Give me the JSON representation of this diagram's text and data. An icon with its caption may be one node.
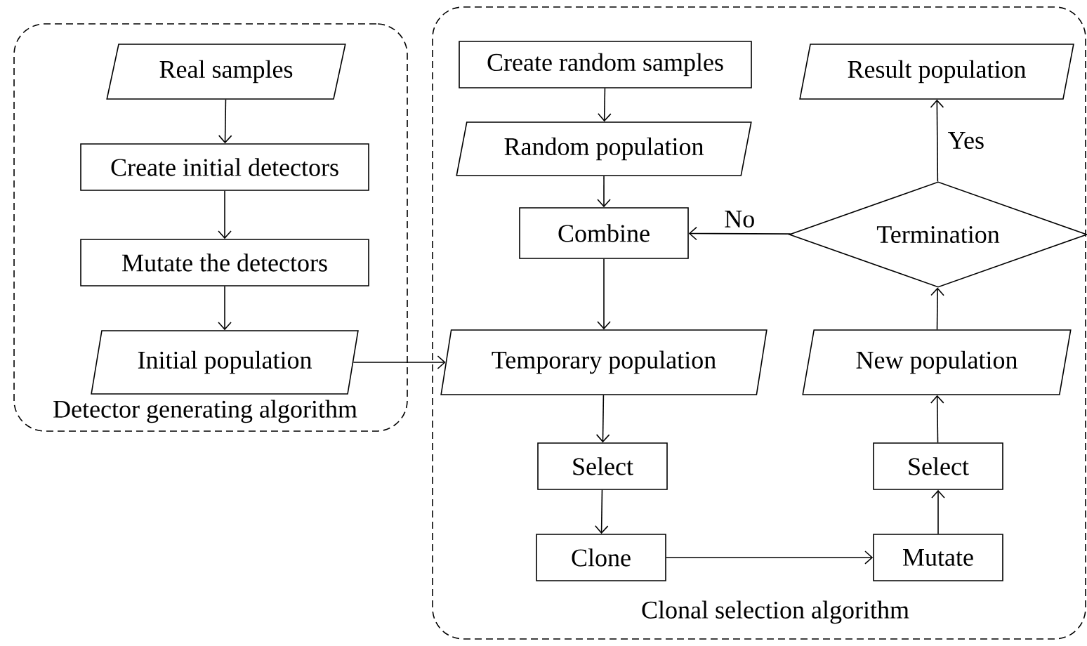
{
  "diagram": {
    "nodes": [
      {
        "text": [
          "Detector generating algorithm"
        ]
      },
      {
        "text": [
          "Real samples"
        ],
        "in": 0
      },
      {
        "text": [
          "Create initial detectors"
        ],
        "in": 0
      },
      {
        "text": [
          "Mutate the detectors"
        ],
        "in": 0
      },
      {
        "text": [
          "Initial population"
        ],
        "in": 0
      },
      {
        "text": [
          "Clonal selection algorithm"
        ]
      },
      {
        "text": [
          "Create random samples"
        ],
        "in": 5
      },
      {
        "text": [
          "Result population"
        ],
        "in": 5
      },
      {
        "text": [
          "Random population"
        ],
        "in": 5
      },
      {
        "text": [
          "Combine"
        ],
        "in": 5
      },
      {
        "text": [
          "Termination"
        ],
        "in": 5
      },
      {
        "text": [
          "Temporary population"
        ],
        "in": 5
      },
      {
        "text": [
          "New population"
        ],
        "in": 5
      },
      {
        "text": [
          "Select"
        ],
        "in": 5
      },
      {
        "text": [
          "Select"
        ],
        "in": 5
      },
      {
        "text": [
          "Clone"
        ],
        "in": 5
      },
      {
        "text": [
          "Mutate"
        ],
        "in": 5
      }
    ],
    "edges": [
      {
        "from": 1,
        "to": 2,
        "arrow": "to"
      },
      {
        "from": 2,
        "to": 3,
        "arrow": "to"
      },
      {
        "from": 3,
        "to": 4,
        "arrow": "to"
      },
      {
        "from": 4,
        "to": 11,
        "arrow": "to"
      },
      {
        "from": 6,
        "to": 8,
        "arrow": "to"
      },
      {
        "from": 8,
        "to": 9,
        "arrow": "to"
      },
      {
        "from": 9,
        "to": 11,
        "arrow": "to"
      },
      {
        "from": 11,
        "to": 13,
        "arrow": "to"
      },
      {
        "from": 13,
        "to": 15,
        "arrow": "to"
      },
      {
        "from": 15,
        "to": 16,
        "arrow": "to"
      },
      {
        "from": 16,
        "to": 14,
        "arrow": "to"
      },
      {
        "from": 14,
        "to": 12,
        "arrow": "to"
      },
      {
        "from": 12,
        "to": 10,
        "arrow": "to"
      },
      {
        "from": 10,
        "to": 7,
        "arrow": "to",
        "label": "Yes"
      },
      {
        "from": 10,
        "to": 9,
        "arrow": "to",
        "label": "No"
      }
    ]
  }
}
